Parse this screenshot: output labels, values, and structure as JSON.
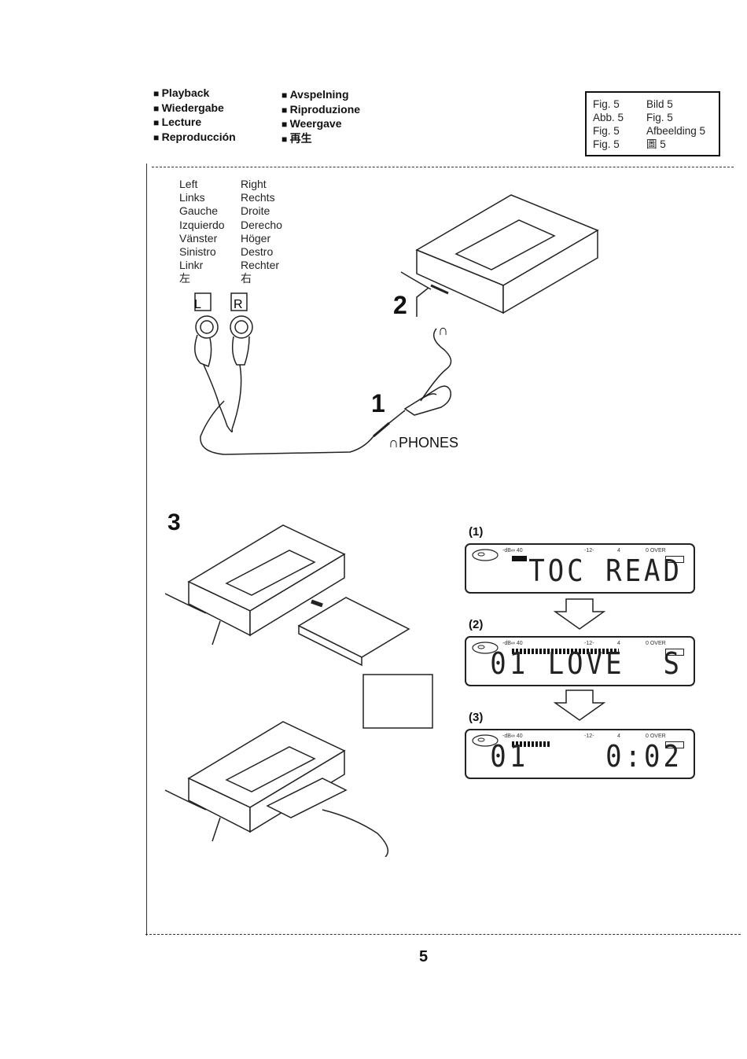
{
  "headings_left": [
    "Playback",
    "Wiedergabe",
    "Lecture",
    "Reproducción"
  ],
  "headings_right": [
    "Avspelning",
    "Riproduzione",
    "Weergave",
    "再生"
  ],
  "fig_refs": [
    [
      "Fig. 5",
      "Bild 5"
    ],
    [
      "Abb. 5",
      "Fig. 5"
    ],
    [
      "Fig. 5",
      "Afbeelding 5"
    ],
    [
      "Fig. 5",
      "圖 5"
    ]
  ],
  "left_right_labels": [
    [
      "Left",
      "Right"
    ],
    [
      "Links",
      "Rechts"
    ],
    [
      "Gauche",
      "Droite"
    ],
    [
      "Izquierdo",
      "Derecho"
    ],
    [
      "Vänster",
      "Höger"
    ],
    [
      "Sinistro",
      "Destro"
    ],
    [
      "Linkr",
      "Rechter"
    ],
    [
      "左",
      "右"
    ]
  ],
  "earbud_letters": {
    "left": "L",
    "right": "R"
  },
  "steps": {
    "one": "1",
    "two": "2",
    "three": "3"
  },
  "phones_label": "PHONES",
  "displays": [
    {
      "label": "(1)",
      "text": "TOC READ",
      "meter_level": 0.12
    },
    {
      "label": "(2)",
      "text": "01 LOVE  S",
      "meter_level": 0.55
    },
    {
      "label": "(3)",
      "text": "01    0:02",
      "meter_level": 0.3
    }
  ],
  "lcd_scale": {
    "db": "-dB",
    "inf": "∞",
    "forty": "40",
    "twelve": "-12-",
    "four": "4",
    "zero_over": "0 OVER"
  },
  "page_number": "5"
}
